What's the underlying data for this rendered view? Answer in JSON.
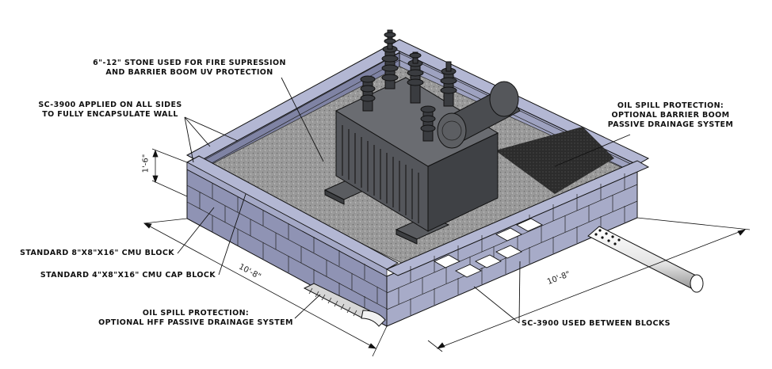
{
  "labels": {
    "stone": "6\"-12\" STONE USED FOR FIRE SUPRESSION\nAND BARRIER BOOM UV PROTECTION",
    "sc3900_sides": "SC-3900 APPLIED ON ALL SIDES\nTO FULLY ENCAPSULATE WALL",
    "oil_barrier": "OIL SPILL PROTECTION:\nOPTIONAL BARRIER BOOM\nPASSIVE DRAINAGE SYSTEM",
    "cmu_block": "STANDARD 8\"X8\"X16\" CMU BLOCK",
    "cmu_cap": "STANDARD 4\"X8\"X16\" CMU CAP BLOCK",
    "oil_hff": "OIL SPILL PROTECTION:\nOPTIONAL HFF PASSIVE DRAINAGE SYSTEM",
    "sc3900_between": "SC-3900 USED BETWEEN BLOCKS"
  },
  "dimensions": {
    "height": "1'-6\"",
    "left_length": "10'-8\"",
    "right_length": "10'-8\""
  },
  "colors": {
    "block": "#8f93b4",
    "block_cap": "#b3b7d3",
    "gravel": "#9c9c9c",
    "transformer": "#4d4f53",
    "line": "#111111"
  }
}
